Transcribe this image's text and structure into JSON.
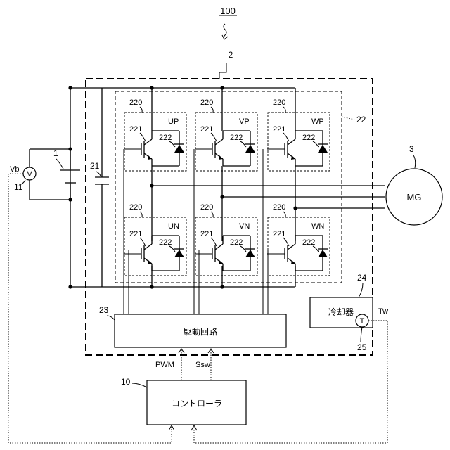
{
  "labels": {
    "system": "100",
    "inverter": "2",
    "battery": "1",
    "voltage_sensor_num": "11",
    "voltage_symbol": "V",
    "voltage_signal": "Vb",
    "capacitor": "21",
    "module_group": "22",
    "motor_num": "3",
    "motor": "MG",
    "driver_num": "23",
    "driver": "駆動回路",
    "controller_num": "10",
    "controller": "コントローラ",
    "cooler_num": "24",
    "cooler": "冷却器",
    "temp_sensor_num": "25",
    "temp_symbol": "T",
    "temp_signal": "Tw",
    "pwm": "PWM",
    "ssw": "Ssw"
  },
  "modules": [
    {
      "id": "UP",
      "label": "UP",
      "group_num": "220",
      "transistor_num": "221",
      "diode_num": "222"
    },
    {
      "id": "VP",
      "label": "VP",
      "group_num": "220",
      "transistor_num": "221",
      "diode_num": "222"
    },
    {
      "id": "WP",
      "label": "WP",
      "group_num": "220",
      "transistor_num": "221",
      "diode_num": "222"
    },
    {
      "id": "UN",
      "label": "UN",
      "group_num": "220",
      "transistor_num": "221",
      "diode_num": "222"
    },
    {
      "id": "VN",
      "label": "VN",
      "group_num": "220",
      "transistor_num": "221",
      "diode_num": "222"
    },
    {
      "id": "WN",
      "label": "WN",
      "group_num": "220",
      "transistor_num": "221",
      "diode_num": "222"
    }
  ]
}
